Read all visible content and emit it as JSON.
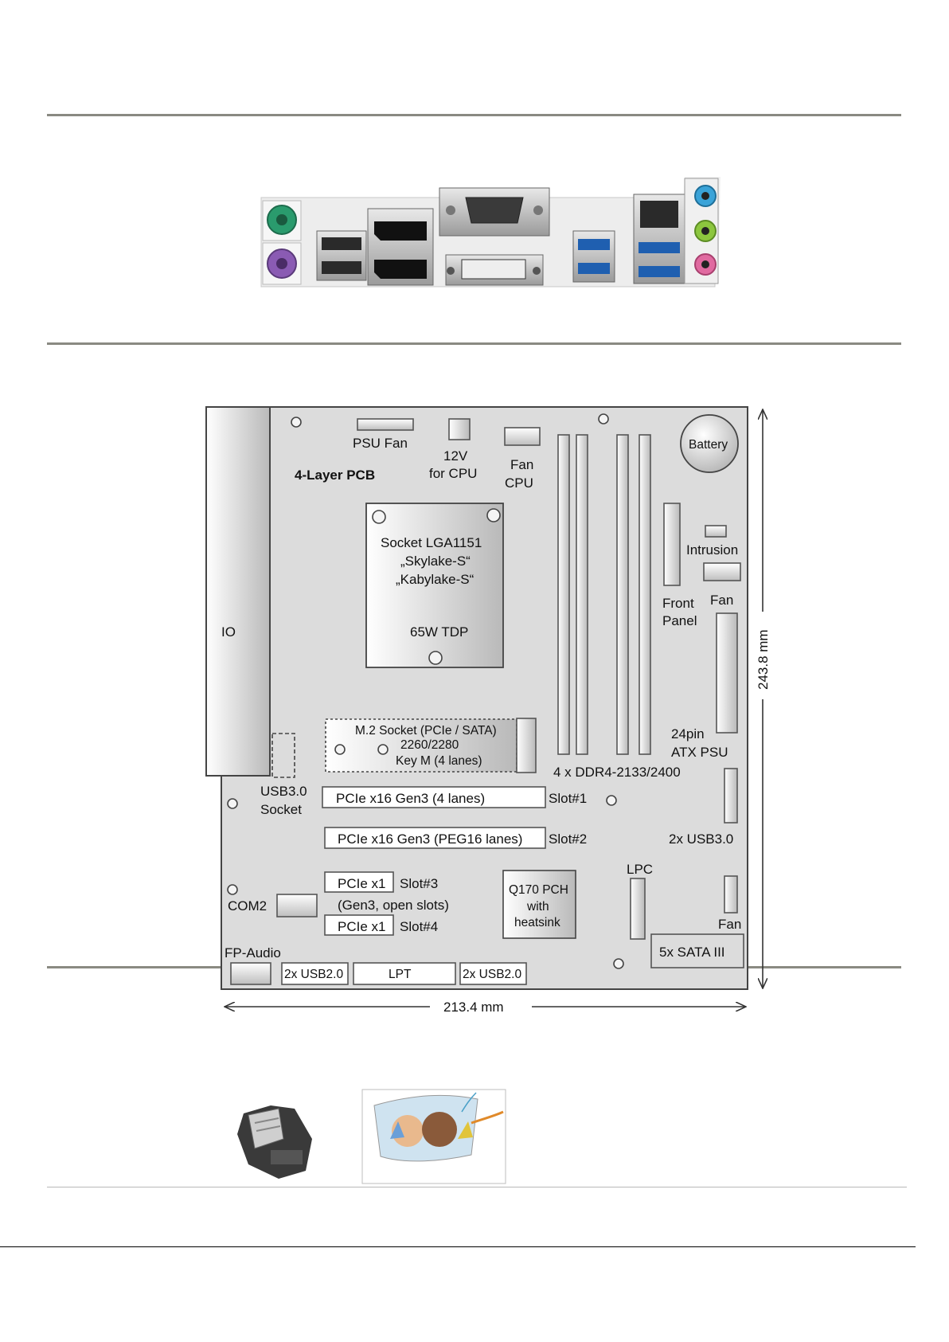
{
  "io_panel": {
    "ports": [
      "ps2-keyboard-port",
      "ps2-mouse-port",
      "usb2-ports",
      "displayport-ports",
      "serial-com-port",
      "dvi-port",
      "usb3-ports",
      "lan-usb3-ports",
      "audio-jacks"
    ]
  },
  "board": {
    "labels": {
      "psu_fan": "PSU Fan",
      "cpu_power_1": "12V",
      "cpu_power_2": "for CPU",
      "fan_cpu_1": "Fan",
      "fan_cpu_2": "CPU",
      "pcb": "4-Layer PCB",
      "battery": "Battery",
      "intrusion": "Intrusion",
      "front_panel_1": "Front",
      "front_panel_2": "Panel",
      "fan_sys": "Fan",
      "io": "IO",
      "socket_1": "Socket  LGA1151",
      "socket_2": "„Skylake-S“",
      "socket_3": "„Kabylake-S“",
      "tdp": "65W TDP",
      "m2_1": "M.2 Socket (PCIe / SATA)",
      "m2_2": "2260/2280",
      "m2_3": "Key M (4 lanes)",
      "atx_1": "24pin",
      "atx_2": "ATX PSU",
      "ddr": "4 x DDR4-2133/2400",
      "usb3_socket_1": "USB3.0",
      "usb3_socket_2": "Socket",
      "pcie1": "PCIe x16  Gen3  (4 lanes)",
      "slot1": "Slot#1",
      "pcie2": "PCIe x16  Gen3  (PEG16  lanes)",
      "slot2": "Slot#2",
      "usb3_header": "2x USB3.0",
      "lpc": "LPC",
      "pcie3": "PCIe x1",
      "slot3": "Slot#3",
      "pcie_note": "(Gen3,  open  slots)",
      "pcie4": "PCIe x1",
      "slot4": "Slot#4",
      "com2": "COM2",
      "pch_1": "Q170 PCH",
      "pch_2": "with",
      "pch_3": "heatsink",
      "fan_sys2": "Fan",
      "sata": "5x  SATA  III",
      "fp_audio": "FP-Audio",
      "usb2_a": "2x USB2.0",
      "lpt": "LPT",
      "usb2_b": "2x USB2.0"
    },
    "dim_width": "213.4  mm",
    "dim_height": "243.8  mm"
  },
  "accessories": [
    "thermal-printer-module",
    "touch-display-photo"
  ],
  "colors": {
    "rule": "#8a8a82",
    "board": "#dcdcdc",
    "outline": "#555555"
  }
}
